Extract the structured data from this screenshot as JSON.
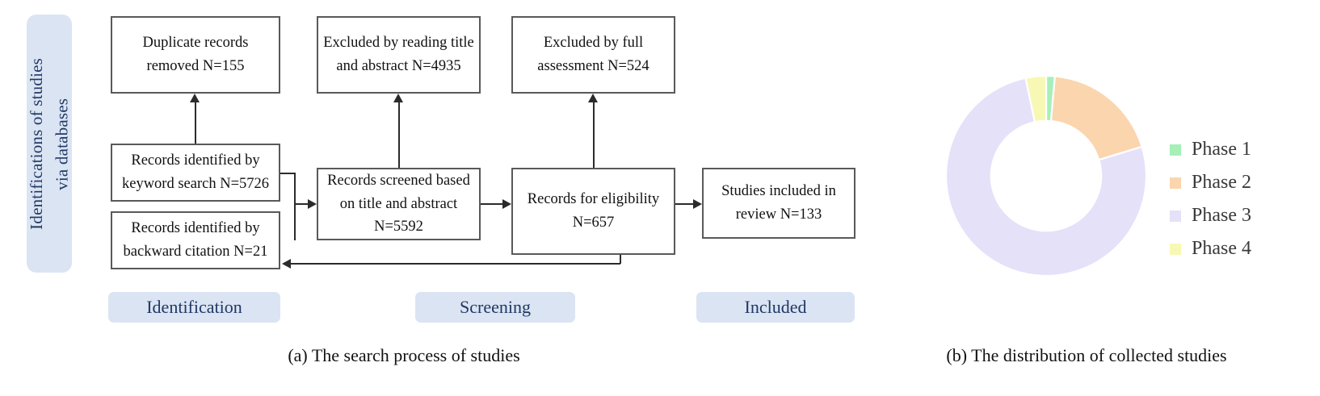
{
  "figure": {
    "caption_a": "(a) The search process of studies",
    "caption_b": "(b) The distribution of collected studies"
  },
  "flow": {
    "sidebar_label": "Identifications of studies\nvia databases",
    "nodes": {
      "duplicate_removed": "Duplicate records removed N=155",
      "keyword_search": "Records identified by keyword search N=5726",
      "backward_citation": "Records identified by backward citation N=21",
      "excluded_title_abstract": "Excluded by reading title and abstract N=4935",
      "screened_title_abstract": "Records screened based on title and abstract N=5592",
      "excluded_full_assessment": "Excluded by full assessment N=524",
      "records_eligibility": "Records for eligibility N=657",
      "studies_included": "Studies included in review N=133"
    },
    "counts": {
      "duplicate_removed": 155,
      "keyword_search": 5726,
      "backward_citation": 21,
      "excluded_title_abstract": 4935,
      "screened_title_abstract": 5592,
      "excluded_full_assessment": 524,
      "records_eligibility": 657,
      "studies_included": 133
    },
    "phases": [
      {
        "label": "Identification"
      },
      {
        "label": "Screening"
      },
      {
        "label": "Included"
      }
    ],
    "colors": {
      "phase_bar_bg": "#dbe4f3",
      "phase_bar_text": "#1f3864",
      "node_border": "#595959",
      "connector": "#2b2b2b"
    }
  },
  "chart_data": {
    "type": "pie",
    "variant": "donut",
    "title": "(b) The distribution of collected studies",
    "labels": [
      "Phase 1",
      "Phase 2",
      "Phase 3",
      "Phase 4"
    ],
    "values": [
      1.4,
      18.9,
      76.4,
      3.3
    ],
    "unit": "percent",
    "colors": [
      "#a6f0b8",
      "#fbd5ae",
      "#e5e1f9",
      "#f8f8b5"
    ],
    "start_angle_deg": 0,
    "direction": "clockwise",
    "inner_radius_ratio": 0.55,
    "legend_position": "right",
    "legend": [
      {
        "label": "Phase 1",
        "color": "#a6f0b8"
      },
      {
        "label": "Phase 2",
        "color": "#fbd5ae"
      },
      {
        "label": "Phase 3",
        "color": "#e5e1f9"
      },
      {
        "label": "Phase 4",
        "color": "#f8f8b5"
      }
    ]
  }
}
